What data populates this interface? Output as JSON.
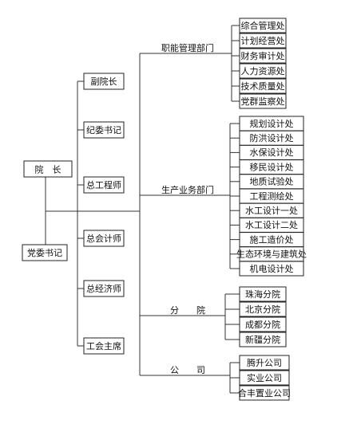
{
  "president": "院　长",
  "party_secretary": "党委书记",
  "leaders": [
    "副院长",
    "纪委书记",
    "总工程师",
    "总会计师",
    "总经济师",
    "工会主席"
  ],
  "departments": [
    {
      "name": "职能管理部门",
      "units": [
        "综合管理处",
        "计划经营处",
        "财务审计处",
        "人力资源处",
        "技术质量处",
        "党群监察处"
      ]
    },
    {
      "name": "生产业务部门",
      "units": [
        "规划设计处",
        "防洪设计处",
        "水保设计处",
        "移民设计处",
        "地质试验处",
        "工程测绘处",
        "水工设计一处",
        "水工设计二处",
        "施工造价处",
        "生态环境与建筑处",
        "机电设计处"
      ]
    },
    {
      "name": "分　　院",
      "units": [
        "珠海分院",
        "北京分院",
        "成都分院",
        "新疆分院"
      ]
    },
    {
      "name": "公　　司",
      "units": [
        "腾升公司",
        "实业公司",
        "合丰置业公司"
      ]
    }
  ]
}
